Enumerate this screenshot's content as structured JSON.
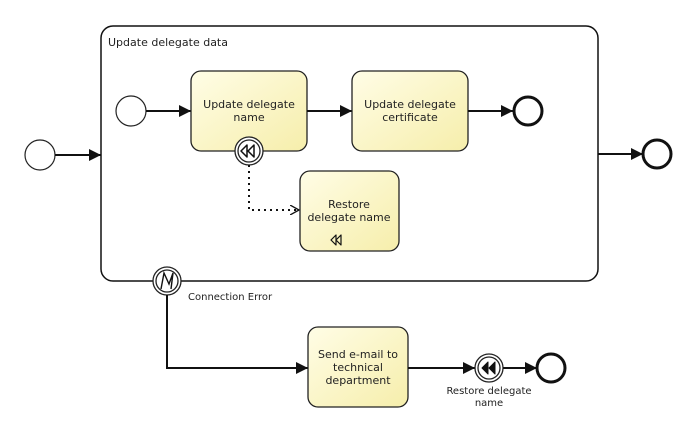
{
  "subprocess": {
    "title": "Update delegate data"
  },
  "tasks": {
    "update_name": [
      "Update delegate",
      "name"
    ],
    "update_certificate": [
      "Update delegate",
      "certificate"
    ],
    "restore_name": [
      "Restore",
      "delegate name"
    ],
    "send_email": [
      "Send e-mail to",
      "technical",
      "department"
    ]
  },
  "events": {
    "error_boundary": {
      "label": "Connection Error",
      "icon": "error-lightning-icon"
    },
    "compensation_throw": {
      "label": [
        "Restore delegate",
        "name"
      ],
      "icon": "compensation-rewind-icon"
    },
    "compensation_boundary": {
      "icon": "compensation-rewind-icon"
    }
  },
  "colors": {
    "task_fill_start": "#fffde0",
    "task_fill_end": "#f7f0b0",
    "stroke": "#111111"
  }
}
